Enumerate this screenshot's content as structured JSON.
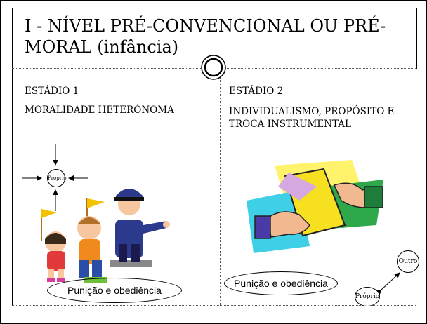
{
  "title": "I - NÍVEL PRÉ-CONVENCIONAL OU PRÉ-MORAL (infância)",
  "left": {
    "stage": "ESTÁDIO 1",
    "name": "MORALIDADE HETERÓNOMA",
    "center_label": "Próprio",
    "oval_label": "Punição e obediência",
    "illustration": "children-and-police-officer-clipart"
  },
  "right": {
    "stage": "ESTÁDIO 2",
    "name_line1": "INDIVIDUALISMO, PROPÓSITO E",
    "name_line2": "TROCA INSTRUMENTAL",
    "oval_label": "Punição e obediência",
    "other_label": "Outro",
    "self_label": "Próprio",
    "illustration": "handshake-exchange-clipart"
  },
  "colors": {
    "border": "#000000",
    "background": "#ffffff"
  }
}
